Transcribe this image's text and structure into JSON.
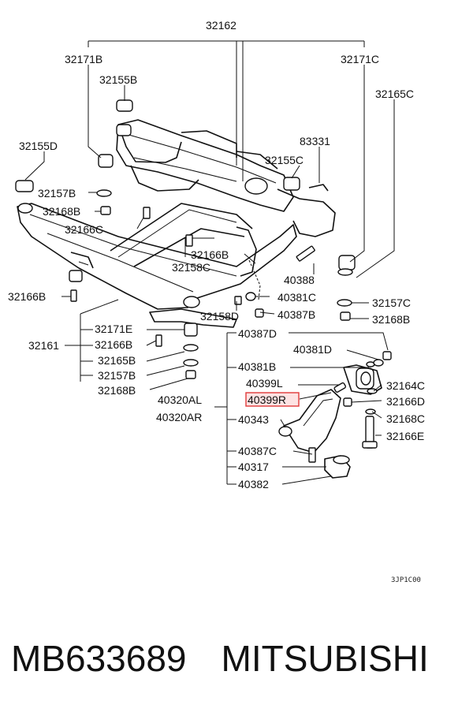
{
  "labels": {
    "p32162": "32162",
    "p32171B": "32171B",
    "p32171C": "32171C",
    "p32155B": "32155B",
    "p32165C": "32165C",
    "p32155D": "32155D",
    "p83331": "83331",
    "p32155C": "32155C",
    "p32157B_a": "32157B",
    "p32168B_a": "32168B",
    "p32166C": "32166C",
    "p32166B_a": "32166B",
    "p32158C": "32158C",
    "p40388": "40388",
    "p32166B_b": "32166B",
    "p40381C": "40381C",
    "p32157C": "32157C",
    "p32158D": "32158D",
    "p40387B": "40387B",
    "p32168B_b": "32168B",
    "p40387D": "40387D",
    "p32171E": "32171E",
    "p40381D": "40381D",
    "p32161": "32161",
    "p32166B_c": "32166B",
    "p32165B": "32165B",
    "p40381B": "40381B",
    "p32157B_b": "32157B",
    "p40399L": "40399L",
    "p32164C": "32164C",
    "p32168B_c": "32168B",
    "p40399R": "40399R",
    "p40320AL": "40320AL",
    "p32166D": "32166D",
    "p40320AR": "40320AR",
    "p40343": "40343",
    "p32168C": "32168C",
    "p32166E": "32166E",
    "p40387C": "40387C",
    "p40317": "40317",
    "p40382": "40382"
  },
  "drawing_code": "3JP1C00",
  "footer": {
    "part_number": "MB633689",
    "brand": "MITSUBISHI"
  },
  "colors": {
    "line": "#111111",
    "highlight_border": "#e03a3a",
    "highlight_fill": "#fde3e3"
  }
}
